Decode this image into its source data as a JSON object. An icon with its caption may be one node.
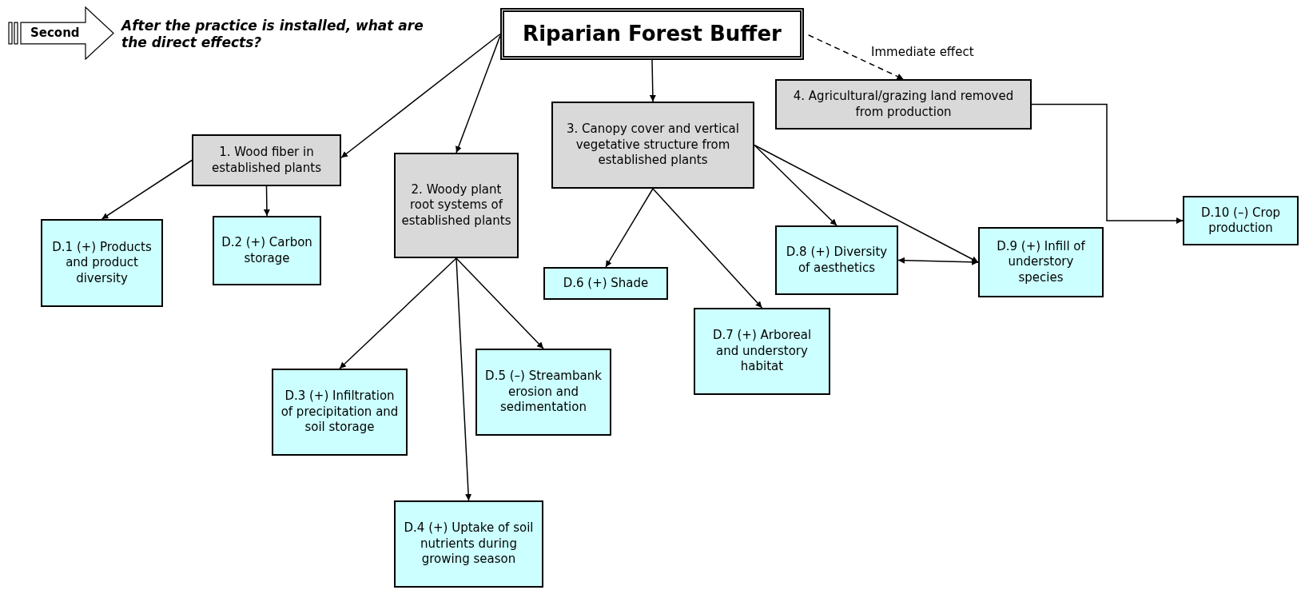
{
  "diagram": {
    "nodes": [
      {
        "text": [
          "Second"
        ]
      },
      {
        "text": [
          "Riparian Forest Buffer"
        ]
      },
      {
        "text": [
          "1. Wood fiber in established plants"
        ]
      },
      {
        "text": [
          "2. Woody plant root systems of established plants"
        ]
      },
      {
        "text": [
          "3. Canopy cover and vertical vegetative structure from established plants"
        ]
      },
      {
        "text": [
          "4. Agricultural/grazing land removed from production"
        ]
      },
      {
        "text": [
          "D.1 (+) Products and product diversity"
        ]
      },
      {
        "text": [
          "D.2 (+) Carbon storage"
        ]
      },
      {
        "text": [
          "D.3 (+) Infiltration of precipitation and soil storage"
        ]
      },
      {
        "text": [
          "D.4 (+) Uptake of soil nutrients during growing season"
        ]
      },
      {
        "text": [
          "D.5 (–) Streambank erosion and sedimentation"
        ]
      },
      {
        "text": [
          "D.6 (+) Shade"
        ]
      },
      {
        "text": [
          "D.7 (+) Arboreal and understory habitat"
        ]
      },
      {
        "text": [
          "D.8 (+) Diversity of aesthetics"
        ]
      },
      {
        "text": [
          "D.9 (+) Infill of understory species"
        ]
      },
      {
        "text": [
          "D.10 (–) Crop production"
        ]
      }
    ],
    "edges": [
      {
        "from": 1,
        "to": 2,
        "arrow": "to"
      },
      {
        "from": 1,
        "to": 3,
        "arrow": "to"
      },
      {
        "from": 1,
        "to": 4,
        "arrow": "to"
      },
      {
        "from": 1,
        "to": 5,
        "arrow": "to",
        "style": "dashed",
        "label": "Immediate effect"
      },
      {
        "from": 2,
        "to": 6,
        "arrow": "to"
      },
      {
        "from": 2,
        "to": 7,
        "arrow": "to"
      },
      {
        "from": 3,
        "to": 8,
        "arrow": "to"
      },
      {
        "from": 3,
        "to": 9,
        "arrow": "to"
      },
      {
        "from": 3,
        "to": 10,
        "arrow": "to"
      },
      {
        "from": 4,
        "to": 11,
        "arrow": "to"
      },
      {
        "from": 4,
        "to": 12,
        "arrow": "to"
      },
      {
        "from": 4,
        "to": 13,
        "arrow": "to"
      },
      {
        "from": 4,
        "to": 14,
        "arrow": "to"
      },
      {
        "from": 5,
        "to": 15,
        "arrow": "to"
      },
      {
        "from": 13,
        "to": 14,
        "arrow": "both"
      }
    ],
    "labels": [
      "After the practice is installed, what are the direct effects?"
    ]
  }
}
